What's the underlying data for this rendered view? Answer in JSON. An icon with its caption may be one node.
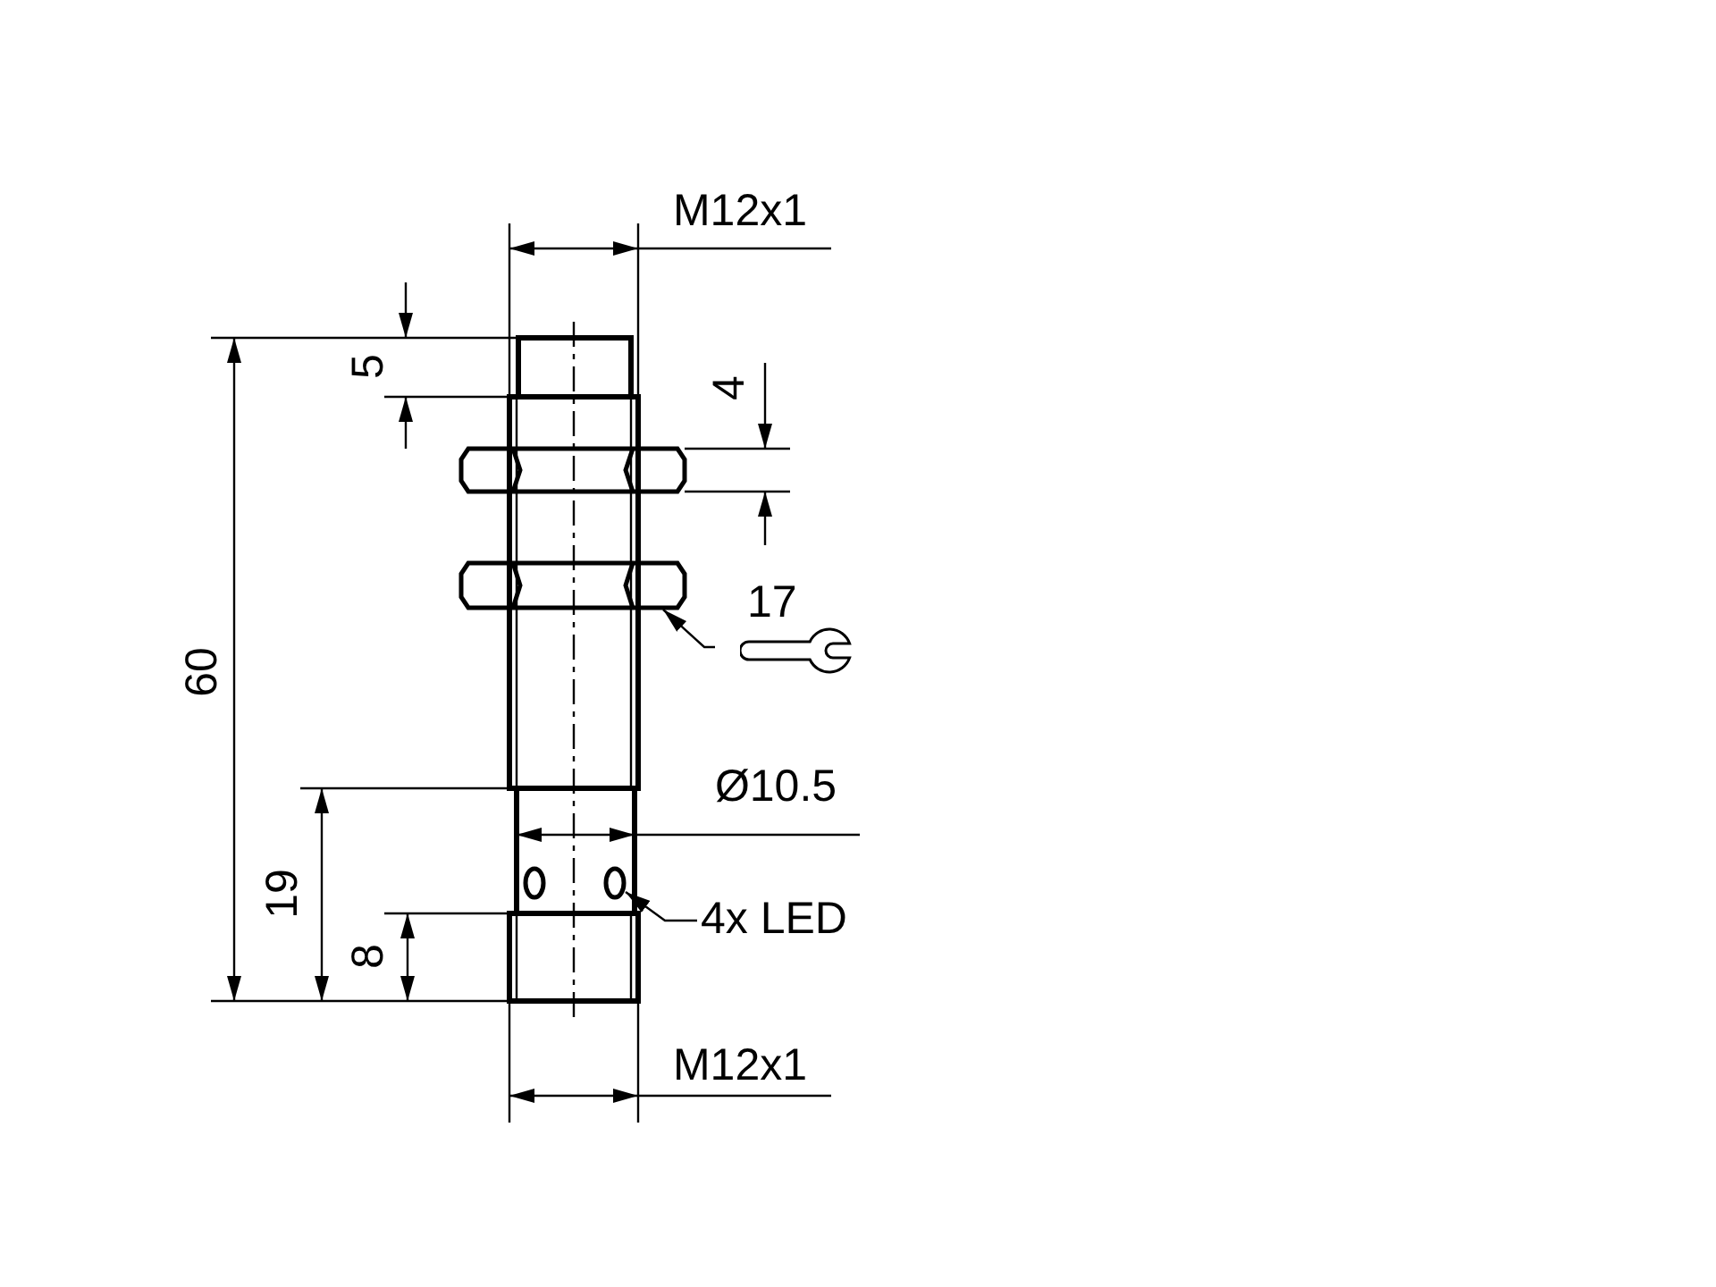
{
  "diagram": {
    "nodes": [
      {
        "text": [],
        "shape": "nut"
      },
      {
        "text": [],
        "shape": "nut"
      },
      {
        "text": [
          "17"
        ]
      },
      {
        "text": [],
        "shape": "oval"
      },
      {
        "text": [],
        "shape": "oval"
      },
      {
        "text": [
          "4x LED"
        ]
      }
    ],
    "edges": [
      {
        "from": 2,
        "to": 1,
        "arrow": "to"
      },
      {
        "from": 5,
        "to": 4,
        "arrow": "to"
      }
    ],
    "labels": [
      "M12x1",
      "5",
      "4",
      "60",
      "Ø10.5",
      "19",
      "8",
      "M12x1"
    ]
  }
}
